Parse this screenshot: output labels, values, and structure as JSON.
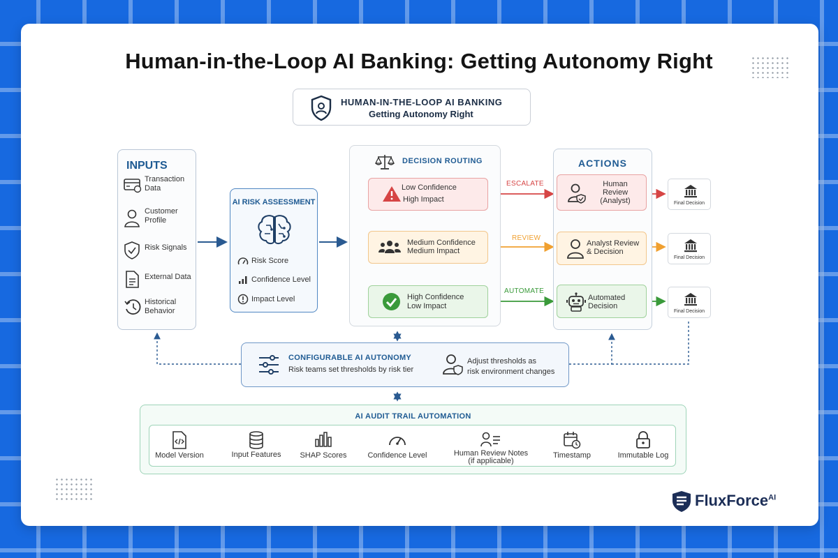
{
  "main_title": "Human-in-the-Loop AI Banking: Getting Autonomy Right",
  "header_box": {
    "line1": "HUMAN-IN-THE-LOOP AI BANKING",
    "line2": "Getting Autonomy Right",
    "icon": "shield-user-icon"
  },
  "inputs": {
    "title": "INPUTS",
    "items": [
      {
        "label": "Transaction Data",
        "icon": "card-icon"
      },
      {
        "label": "Customer Profile",
        "icon": "user-icon"
      },
      {
        "label": "Risk Signals",
        "icon": "shield-check-icon"
      },
      {
        "label": "External Data",
        "icon": "document-icon"
      },
      {
        "label": "Historical Behavior",
        "icon": "history-icon"
      }
    ]
  },
  "risk_assessment": {
    "title": "AI RISK ASSESSMENT",
    "icon": "brain-icon",
    "items": [
      {
        "label": "Risk Score",
        "icon": "gauge-icon"
      },
      {
        "label": "Confidence Level",
        "icon": "signal-icon"
      },
      {
        "label": "Impact Level",
        "icon": "alert-icon"
      }
    ]
  },
  "decision_routing": {
    "title": "DECISION ROUTING",
    "icon": "scale-icon",
    "routes": [
      {
        "line1": "Low Confidence",
        "line2": "High Impact",
        "edge_label": "ESCALATE",
        "color": "#d64545"
      },
      {
        "line1": "Medium Confidence",
        "line2": "Medium Impact",
        "edge_label": "REVIEW",
        "color": "#f0a030"
      },
      {
        "line1": "High Confidence",
        "line2": "Low Impact",
        "edge_label": "AUTOMATE",
        "color": "#3a9a3a"
      }
    ]
  },
  "actions": {
    "title": "ACTIONS",
    "items": [
      {
        "label": "Human Review (Analyst)",
        "icon": "analyst-icon"
      },
      {
        "label": "Analyst Review & Decision",
        "icon": "user-icon"
      },
      {
        "label": "Automated Decision",
        "icon": "robot-icon"
      }
    ],
    "final_label": "Final Decision"
  },
  "configurable": {
    "title": "CONFIGURABLE AI AUTONOMY",
    "subtitle": "Risk teams set thresholds by risk tier",
    "note_line1": "Adjust thresholds as",
    "note_line2": "risk environment changes"
  },
  "audit": {
    "title": "AI AUDIT TRAIL AUTOMATION",
    "items": [
      {
        "label": "Model Version",
        "icon": "code-file-icon"
      },
      {
        "label": "Input Features",
        "icon": "database-icon"
      },
      {
        "label": "SHAP Scores",
        "icon": "bar-chart-icon"
      },
      {
        "label": "Confidence Level",
        "icon": "gauge-icon"
      },
      {
        "label": "Human Review Notes",
        "sublabel": "(if applicable)",
        "icon": "notes-user-icon"
      },
      {
        "label": "Timestamp",
        "icon": "calendar-clock-icon"
      },
      {
        "label": "Immutable Log",
        "icon": "lock-icon"
      }
    ]
  },
  "logo": {
    "name": "FluxForce",
    "suffix": "AI"
  },
  "colors": {
    "brand_blue": "#1769e0",
    "heading_blue": "#1f5b93",
    "escalate": "#d64545",
    "review": "#f0a030",
    "automate": "#3a9a3a"
  }
}
